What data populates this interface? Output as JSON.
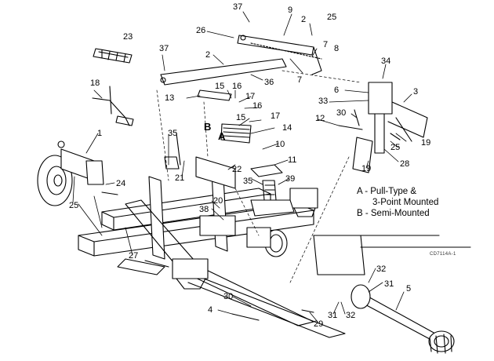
{
  "diagram": {
    "callouts": {
      "c37a": "37",
      "c9": "9",
      "c2a": "2",
      "c25a": "25",
      "c26": "26",
      "c23": "23",
      "c37b": "37",
      "c2b": "2",
      "c7a": "7",
      "c8": "8",
      "c34": "34",
      "c7b": "7",
      "c36": "36",
      "c18": "18",
      "c13": "13",
      "c15a": "15",
      "c16a": "16",
      "c17a": "17",
      "c16b": "16",
      "c6": "6",
      "c3": "3",
      "c33": "33",
      "c30a": "30",
      "c12": "12",
      "c15b": "15",
      "c17b": "17",
      "c14": "14",
      "c35a": "35",
      "c1": "1",
      "c10": "10",
      "c19a": "19",
      "c25b": "25",
      "c28": "28",
      "c19b": "19",
      "c11": "11",
      "c21": "21",
      "c22": "22",
      "c35b": "35",
      "c39": "39",
      "c24": "24",
      "c25c": "25",
      "c20": "20",
      "c38": "38",
      "c27": "27",
      "c32a": "32",
      "c31a": "31",
      "c5": "5",
      "c30b": "30",
      "c4": "4",
      "c31b": "31",
      "c32b": "32",
      "c29": "29"
    },
    "markers": {
      "a": "A",
      "b": "B"
    },
    "legend": {
      "line1": "A - Pull-Type &",
      "line2": "3-Point Mounted",
      "line3": "B - Semi-Mounted"
    },
    "figure_code": "CD7114A-1"
  }
}
